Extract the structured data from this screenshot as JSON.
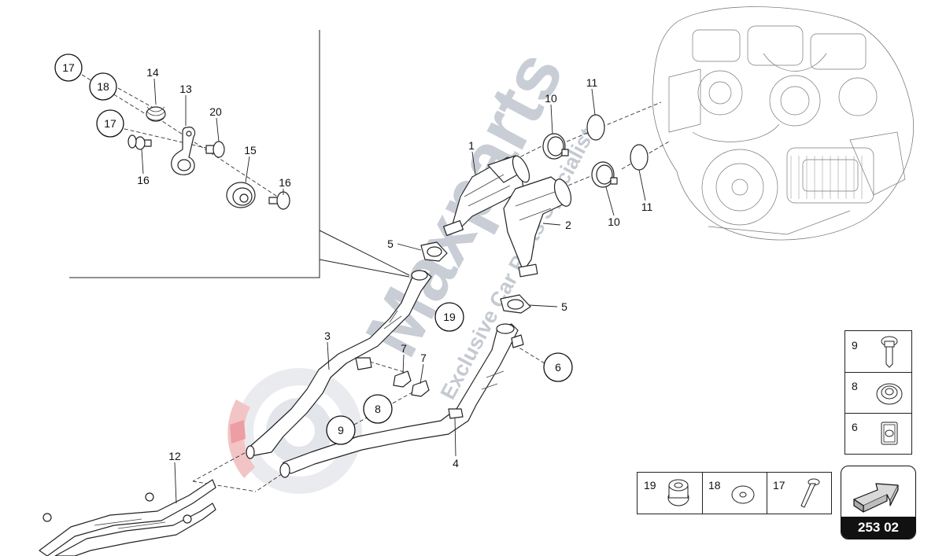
{
  "watermark": {
    "brand": "Maxparts",
    "tagline": "Exclusive Car Parts Specialist"
  },
  "callouts": {
    "c1": "1",
    "c2": "2",
    "c3": "3",
    "c4": "4",
    "c5a": "5",
    "c5b": "5",
    "c6": "6",
    "c7a": "7",
    "c7b": "7",
    "c8": "8",
    "c9": "9",
    "c10a": "10",
    "c10b": "10",
    "c11a": "11",
    "c11b": "11",
    "c12": "12",
    "c13": "13",
    "c14": "14",
    "c15": "15",
    "c16a": "16",
    "c16b": "16",
    "c17a": "17",
    "c17b": "17",
    "c18": "18",
    "c19": "19",
    "c20": "20"
  },
  "legend": {
    "right_column": [
      "9",
      "8",
      "6"
    ],
    "bottom_row": [
      "19",
      "18",
      "17"
    ]
  },
  "page_ref": "253 02"
}
